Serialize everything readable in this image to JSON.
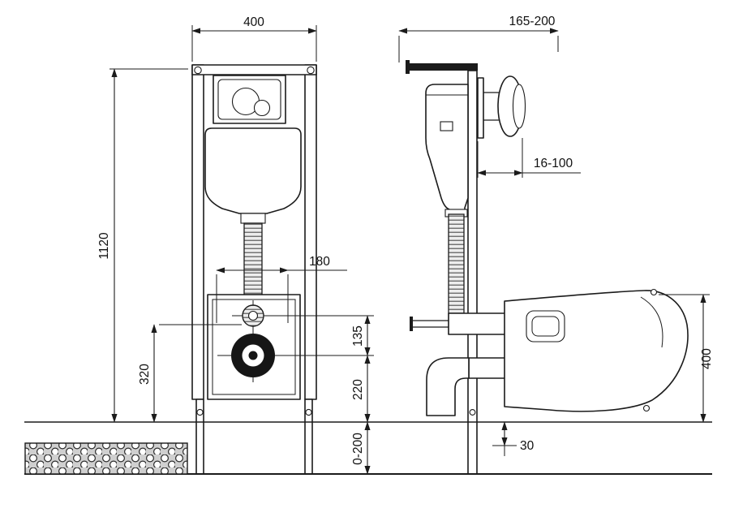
{
  "colors": {
    "line": "#1b1b1b",
    "background": "#ffffff",
    "pipe_fill": "#ededed",
    "outlet_fill": "#161616"
  },
  "front_view": {
    "frame_width_mm": "400",
    "frame_height_mm": "1120",
    "fixing_spacing_mm": "180",
    "inlet_span_mm": "135",
    "outlet_height_mm": "220",
    "supply_height_mm": "320",
    "leg_adjustment_mm": "0-200"
  },
  "side_view": {
    "frame_depth_mm": "165-200",
    "plate_projection_mm": "16-100",
    "bowl_height_mm": "400",
    "floor_buildup_mm": "30"
  }
}
